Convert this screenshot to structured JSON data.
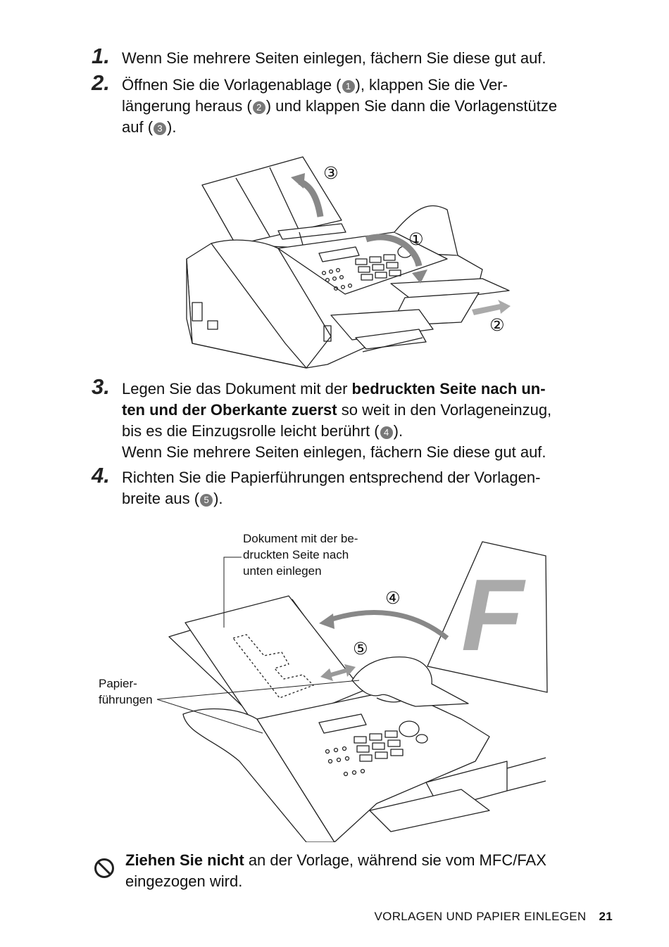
{
  "steps": [
    {
      "num": "1.",
      "parts": [
        {
          "t": "Wenn Sie mehrere Seiten einlegen, fächern Sie diese gut auf."
        }
      ]
    },
    {
      "num": "2.",
      "parts": [
        {
          "t": "Öffnen Sie die Vorlagenablage ("
        },
        {
          "b": "1"
        },
        {
          "t": "), klappen Sie die Ver-"
        },
        {
          "br": true
        },
        {
          "t": "längerung heraus ("
        },
        {
          "b": "2"
        },
        {
          "t": ") und klappen Sie dann die Vorlagenstütze"
        },
        {
          "br": true
        },
        {
          "t": "auf ("
        },
        {
          "b": "3"
        },
        {
          "t": ")."
        }
      ]
    },
    {
      "num": "3.",
      "parts": [
        {
          "t": "Legen Sie das Dokument mit der "
        },
        {
          "s": "bedruckten Seite nach un-"
        },
        {
          "br": true
        },
        {
          "s": "ten und der Oberkante zuerst"
        },
        {
          "t": " so weit in den Vorlageneinzug,"
        },
        {
          "br": true
        },
        {
          "t": "bis es die Einzugsrolle leicht berührt ("
        },
        {
          "b": "4"
        },
        {
          "t": ")."
        },
        {
          "br": true
        },
        {
          "t": "Wenn Sie mehrere Seiten einlegen, fächern Sie diese gut auf."
        }
      ]
    },
    {
      "num": "4.",
      "parts": [
        {
          "t": "Richten Sie die Papierführungen entsprechend der Vorlagen-"
        },
        {
          "br": true
        },
        {
          "t": "breite aus ("
        },
        {
          "b": "5"
        },
        {
          "t": ")."
        }
      ]
    }
  ],
  "figure1": {
    "callouts": [
      "③",
      "①",
      "②"
    ]
  },
  "figure2": {
    "label_document": [
      "Dokument mit der be-",
      "druckten Seite nach",
      "unten einlegen"
    ],
    "label_guides": [
      "Papier-",
      "führungen"
    ],
    "callouts": [
      "④",
      "⑤"
    ],
    "page_letter": "F"
  },
  "warning": {
    "bold": "Ziehen Sie nicht",
    "rest": " an der Vorlage, während sie vom MFC/FAX eingezogen wird."
  },
  "footer": {
    "section": "VORLAGEN UND PAPIER EINLEGEN",
    "page": "21"
  }
}
